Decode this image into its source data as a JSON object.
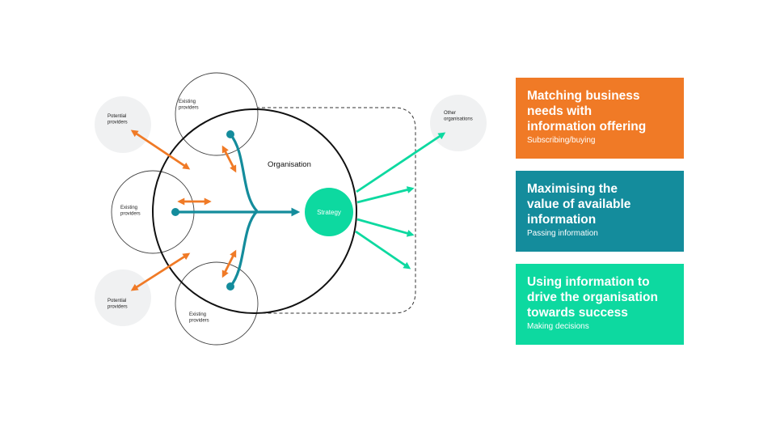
{
  "diagram": {
    "nodes": {
      "potential_providers_top": {
        "label": "Potential\nproviders"
      },
      "existing_providers_top": {
        "label": "Existing\nproviders"
      },
      "existing_providers_left": {
        "label": "Existing\nproviders"
      },
      "existing_providers_bottom": {
        "label": "Existing\nproviders"
      },
      "potential_providers_bottom": {
        "label": "Potential\nproviders"
      },
      "other_organisations": {
        "label": "Other\norganisations"
      },
      "organisation": {
        "label": "Organisation"
      },
      "strategy": {
        "label": "Strategy"
      }
    }
  },
  "boxes": [
    {
      "title": "Matching business\nneeds with\ninformation offering",
      "subtitle": "Subscribing/buying",
      "color": "#f07a26"
    },
    {
      "title": "Maximising the\nvalue of available\ninformation",
      "subtitle": "Passing information",
      "color": "#148c9c"
    },
    {
      "title": "Using information to\ndrive the organisation\ntowards success",
      "subtitle": "Making decisions",
      "color": "#0dd9a0"
    }
  ],
  "colors": {
    "orange": "#f07a26",
    "teal": "#148c9c",
    "green": "#0dd9a0",
    "light_grey": "#f0f1f2"
  }
}
